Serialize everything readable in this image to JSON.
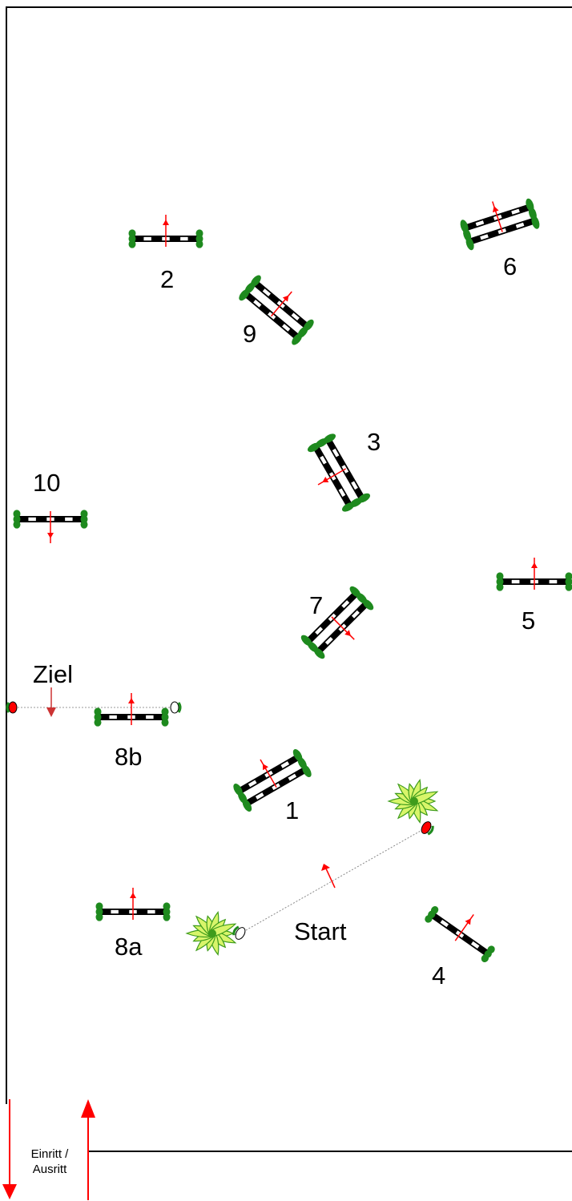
{
  "diagram": {
    "colors": {
      "fence": "#000000",
      "fence_gap": "#ffffff",
      "bush": "#1e8a1e",
      "arrow": "#ff0000",
      "start_flag": "#ff0000",
      "plant_light": "#d8f56a",
      "plant_dark": "#3f9c1c"
    },
    "obstacles": [
      {
        "label": "1",
        "type": "oxer"
      },
      {
        "label": "2",
        "type": "vertical"
      },
      {
        "label": "3",
        "type": "oxer"
      },
      {
        "label": "4",
        "type": "vertical"
      },
      {
        "label": "5",
        "type": "vertical"
      },
      {
        "label": "6",
        "type": "oxer"
      },
      {
        "label": "7",
        "type": "oxer"
      },
      {
        "label": "8a",
        "type": "vertical"
      },
      {
        "label": "8b",
        "type": "vertical"
      },
      {
        "label": "9",
        "type": "oxer"
      },
      {
        "label": "10",
        "type": "vertical"
      }
    ],
    "labels": {
      "start": "Start",
      "finish": "Ziel",
      "entrance_line1": "Einritt /",
      "entrance_line2": "Ausritt"
    },
    "icons": [
      "potted-plant-icon",
      "start-flag-icon",
      "finish-flag-icon",
      "direction-arrow-icon"
    ]
  }
}
